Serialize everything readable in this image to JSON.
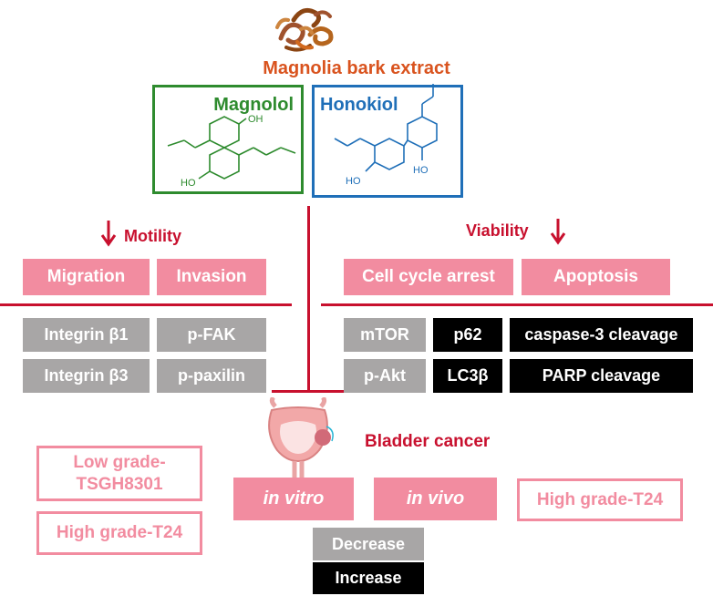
{
  "header": {
    "title": "Magnolia bark extract",
    "title_color": "#d9531e"
  },
  "compounds": {
    "magnolol": {
      "label": "Magnolol",
      "color": "#2e8b2e",
      "oh_top": "OH",
      "ho_bottom": "HO"
    },
    "honokiol": {
      "label": "Honokiol",
      "color": "#1f6fb8",
      "ho_left": "HO",
      "ho_right": "HO"
    }
  },
  "left": {
    "heading": "Motility",
    "boxes": [
      "Migration",
      "Invasion"
    ],
    "markers": [
      "Integrin β1",
      "p-FAK",
      "Integrin β3",
      "p-paxilin"
    ]
  },
  "right": {
    "heading": "Viability",
    "boxes": [
      "Cell cycle arrest",
      "Apoptosis"
    ],
    "markers": {
      "grey": [
        "mTOR",
        "p-Akt"
      ],
      "black": [
        "p62",
        "caspase-3 cleavage",
        "LC3β",
        "PARP cleavage"
      ]
    }
  },
  "target": {
    "label": "Bladder cancer"
  },
  "cell_lines": {
    "low": "Low grade-TSGH8301",
    "low_line1": "Low grade-",
    "low_line2": "TSGH8301",
    "high_left": "High grade-T24",
    "high_right": "High grade-T24"
  },
  "models": {
    "vitro": "in vitro",
    "vivo": "in vivo"
  },
  "legend": {
    "decrease": "Decrease",
    "increase": "Increase"
  },
  "colors": {
    "pink": "#f28ca0",
    "grey": "#a8a6a6",
    "black": "#000000",
    "red": "#c8102e"
  }
}
